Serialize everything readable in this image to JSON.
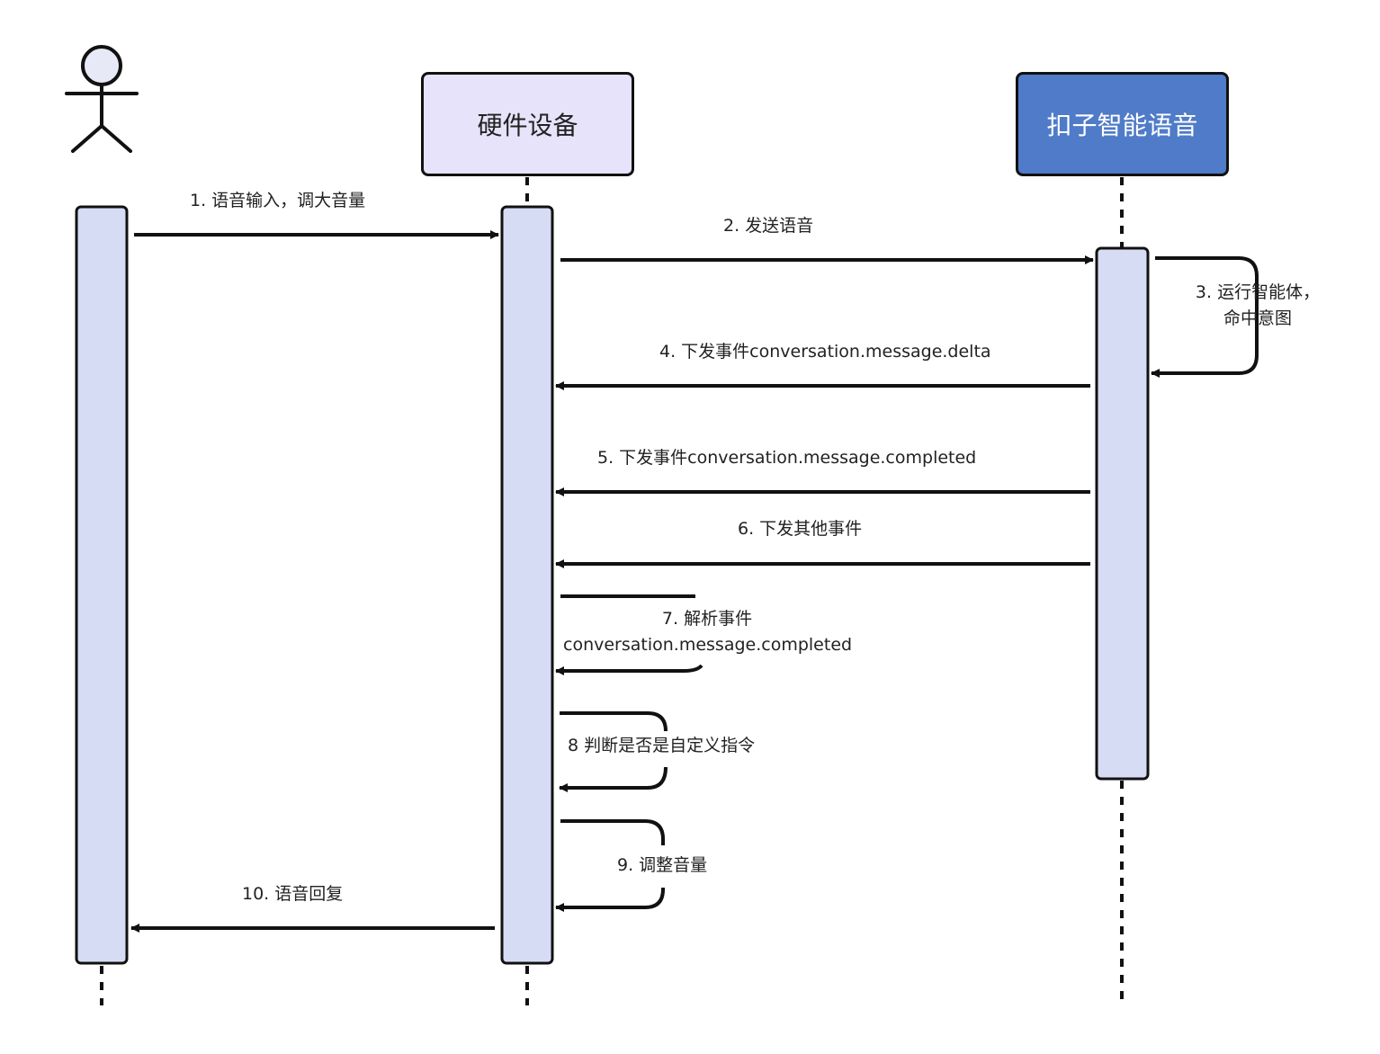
{
  "participants": {
    "user": {
      "icon": "stick-figure-actor-icon"
    },
    "device": {
      "label": "硬件设备",
      "fill": "#e6e3fb",
      "text_color": "#222222"
    },
    "coze": {
      "label": "扣子智能语音",
      "fill": "#4f7bc8",
      "text_color": "#ffffff"
    }
  },
  "colors": {
    "activation": "#d6dcf3",
    "line": "#111111"
  },
  "messages": {
    "m1": "1. 语音输入，调大音量",
    "m2": "2. 发送语音",
    "m3_line1": "3. 运行智能体，",
    "m3_line2": "命中意图",
    "m4": "4. 下发事件conversation.message.delta",
    "m5": "5. 下发事件conversation.message.completed",
    "m6": "6. 下发其他事件",
    "m7_line1": "7. 解析事件",
    "m7_line2": "conversation.message.completed",
    "m8": "8 判断是否是自定义指令",
    "m9": "9. 调整音量",
    "m10": "10. 语音回复"
  }
}
